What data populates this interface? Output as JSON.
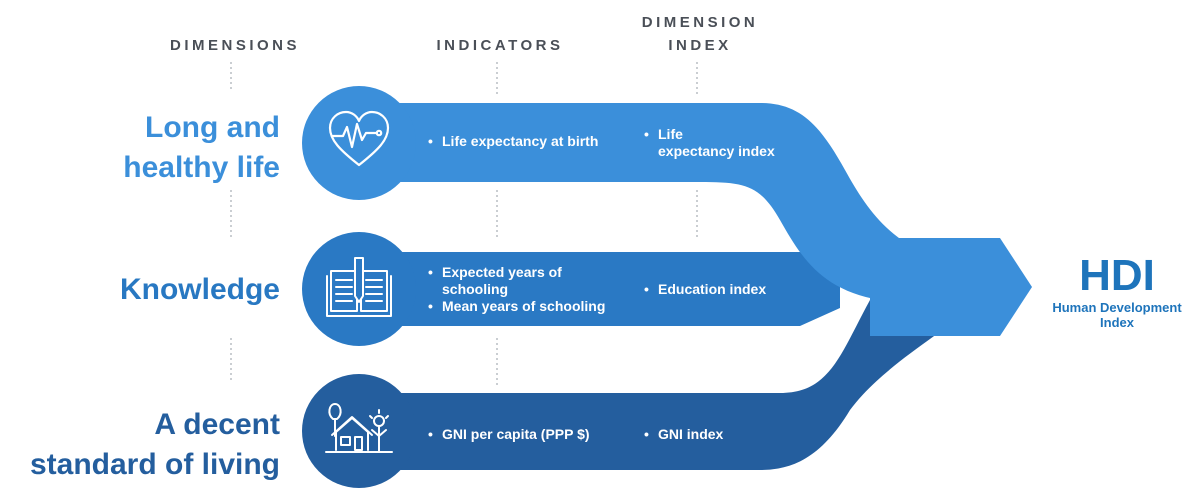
{
  "headers": {
    "dimensions": "DIMENSIONS",
    "indicators": "INDICATORS",
    "dimension_index_line1": "DIMENSION",
    "dimension_index_line2": "INDEX"
  },
  "rows": [
    {
      "dimension_line1": "Long and",
      "dimension_line2": "healthy life",
      "icon": "heart-pulse-icon",
      "indicators": [
        "Life expectancy at birth"
      ],
      "index_line1": "Life",
      "index_line2": "expectancy index",
      "color": "#3b8fda"
    },
    {
      "dimension": "Knowledge",
      "icon": "open-book-icon",
      "indicator_1_line1": "Expected years of",
      "indicator_1_line2": "schooling",
      "indicator_2": "Mean years of schooling",
      "index": "Education index",
      "color": "#2a79c4"
    },
    {
      "dimension_line1": "A decent",
      "dimension_line2": "standard of living",
      "icon": "house-tree-icon",
      "indicator": "GNI per capita (PPP $)",
      "index": "GNI index",
      "color": "#245e9e"
    }
  ],
  "result": {
    "abbr": "HDI",
    "name_line1": "Human Development",
    "name_line2": "Index",
    "color": "#1e74bb"
  },
  "colors": {
    "header_text": "#4a4f57",
    "dimension_1": "#3b8fda",
    "dimension_2": "#2878c2",
    "dimension_3": "#245e9e",
    "arrow": "#3b8fda",
    "divider": "#b9bec4"
  }
}
